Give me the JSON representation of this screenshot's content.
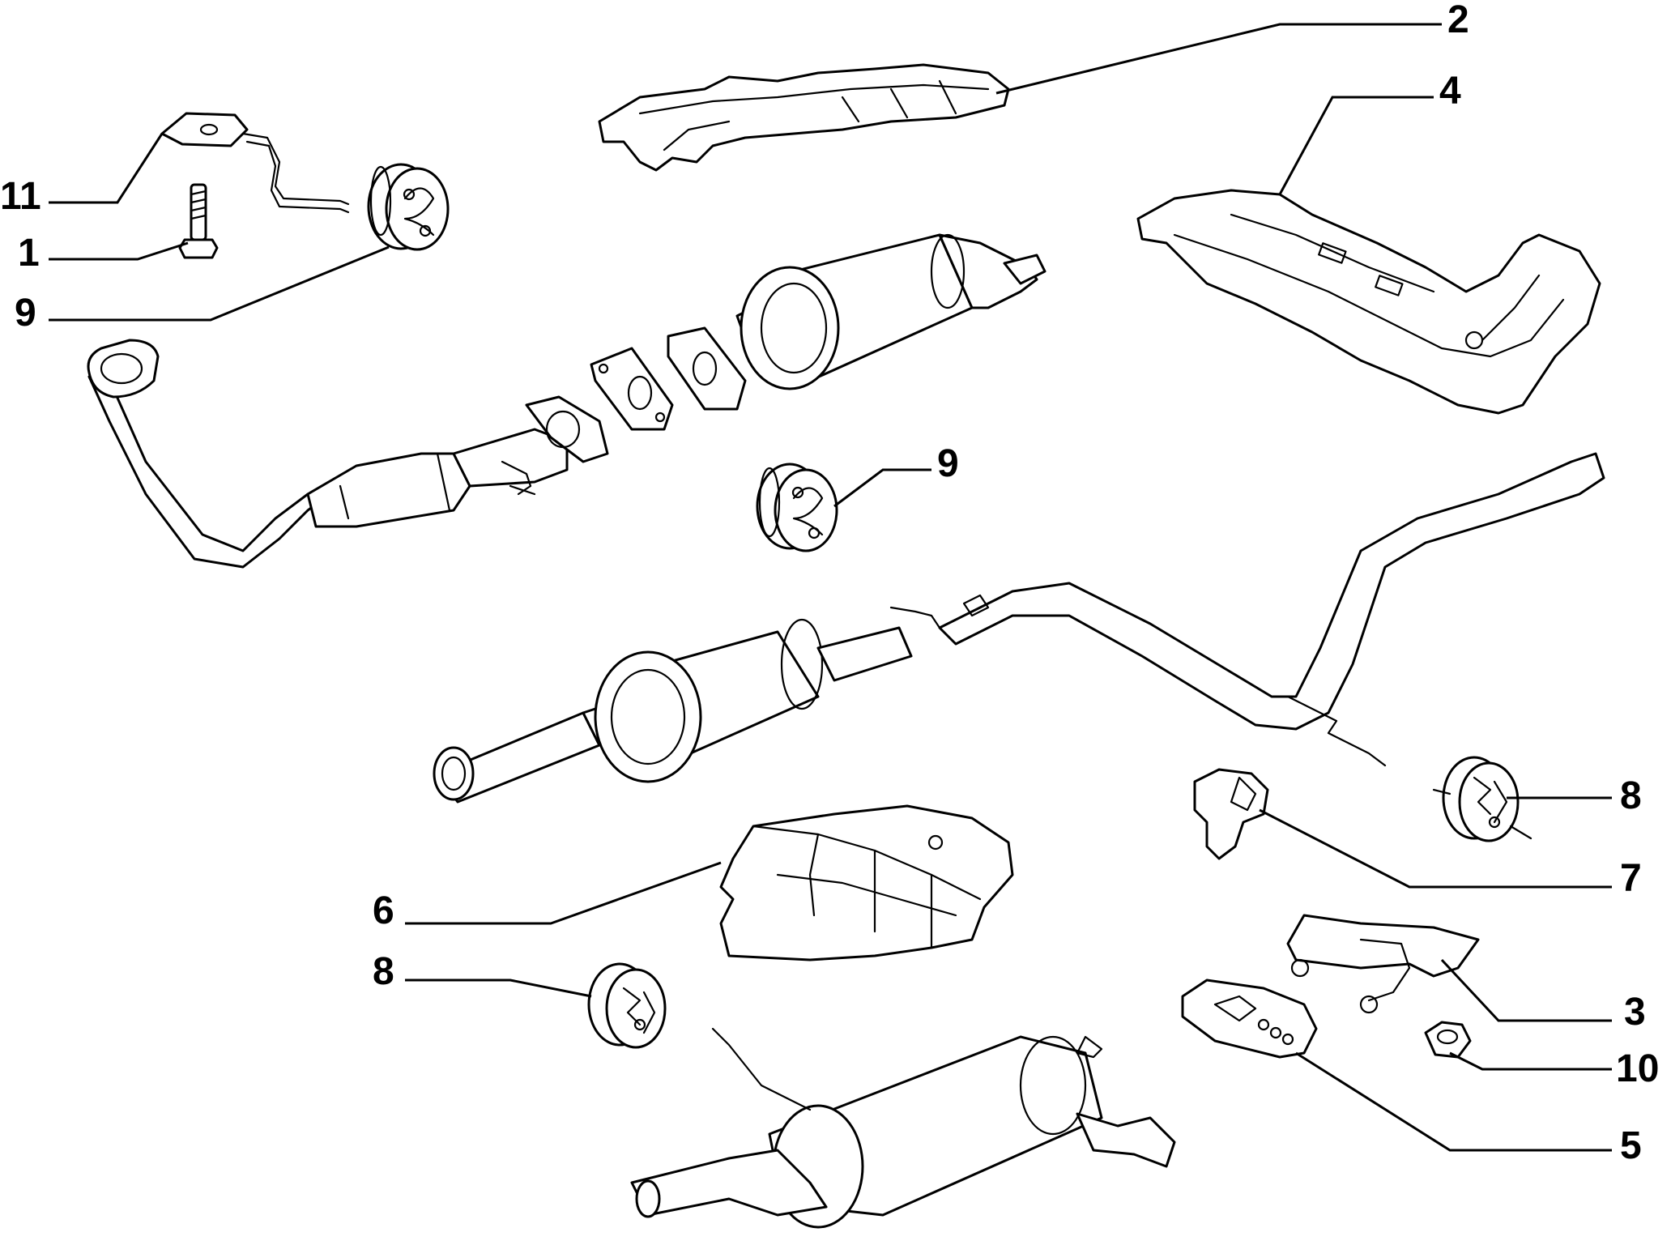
{
  "diagram": {
    "callouts": [
      {
        "id": "c2",
        "label": "2"
      },
      {
        "id": "c4",
        "label": "4"
      },
      {
        "id": "c11",
        "label": "11"
      },
      {
        "id": "c1",
        "label": "1"
      },
      {
        "id": "c9a",
        "label": "9"
      },
      {
        "id": "c9b",
        "label": "9"
      },
      {
        "id": "c8a",
        "label": "8"
      },
      {
        "id": "c7",
        "label": "7"
      },
      {
        "id": "c6",
        "label": "6"
      },
      {
        "id": "c8b",
        "label": "8"
      },
      {
        "id": "c3",
        "label": "3"
      },
      {
        "id": "c10",
        "label": "10"
      },
      {
        "id": "c5",
        "label": "5"
      }
    ]
  }
}
